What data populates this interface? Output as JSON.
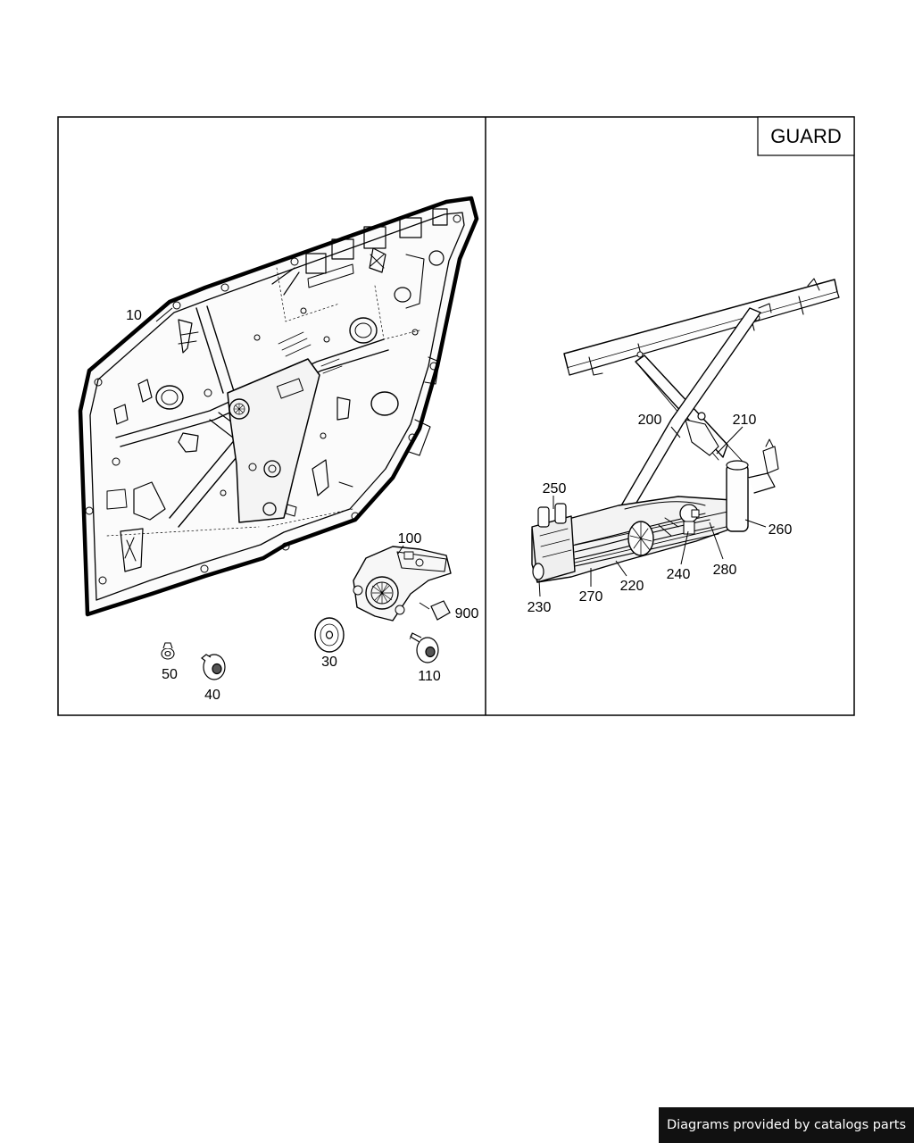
{
  "guard_label": "GUARD",
  "callouts": {
    "c10": "10",
    "c100": "100",
    "c900": "900",
    "c30": "30",
    "c50": "50",
    "c40": "40",
    "c110": "110",
    "c200": "200",
    "c210": "210",
    "c250": "250",
    "c260": "260",
    "c240": "240",
    "c280": "280",
    "c220": "220",
    "c270": "270",
    "c230": "230"
  },
  "footer_text": "Diagrams provided by catalogs parts"
}
